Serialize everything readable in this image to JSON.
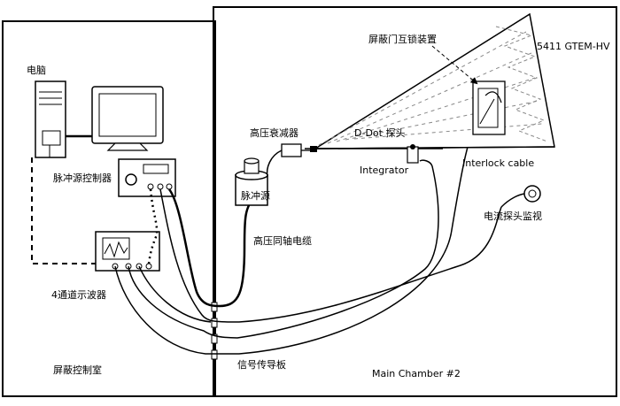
{
  "rooms": {
    "control_room": "屏蔽控制室",
    "main_chamber": "Main Chamber #2"
  },
  "equipment": {
    "computer": "电脑",
    "pulse_controller": "脉冲源控制器",
    "oscilloscope": "4通道示波器",
    "pulse_source": "脉冲源",
    "hv_attenuator": "高压衰减器",
    "coax_cable": "高压同轴电缆",
    "ddot_probe": "D-Dot 探头",
    "integrator": "Integrator",
    "interlock_cable": "Interlock cable",
    "door_interlock": "屏蔽门互锁装置",
    "gtem": "5411 GTEM-HV",
    "current_probe": "电流探头监视",
    "signal_panel": "信号传导板"
  },
  "colors": {
    "line": "#000000",
    "dashed": "#666666",
    "background": "#ffffff"
  }
}
